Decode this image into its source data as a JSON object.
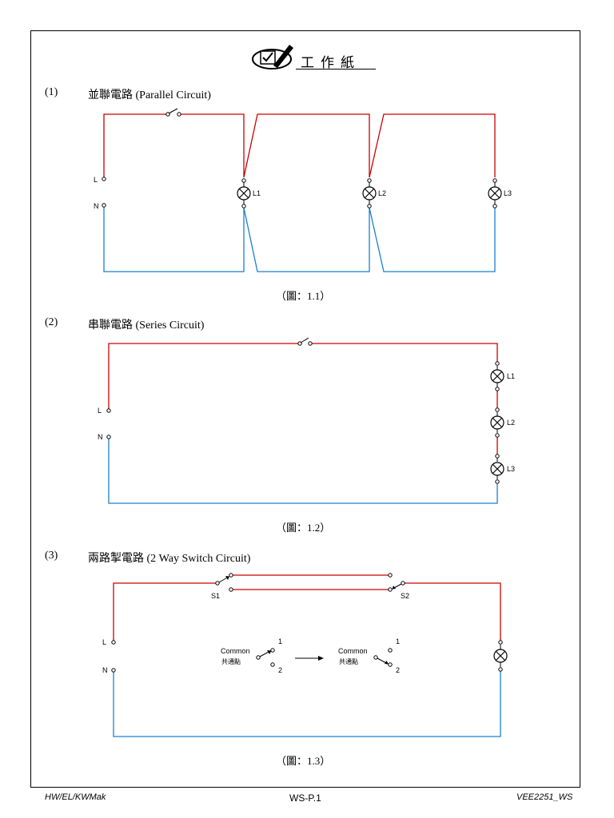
{
  "header": {
    "title": "工作紙"
  },
  "sections": [
    {
      "number": "(1)",
      "title": "並聯電路 (Parallel Circuit)",
      "caption": "（圖：1.1）",
      "labels": {
        "live": "L",
        "neutral": "N",
        "lamps": [
          "L1",
          "L2",
          "L3"
        ]
      }
    },
    {
      "number": "(2)",
      "title": "串聯電路 (Series Circuit)",
      "caption": "（圖：1.2）",
      "labels": {
        "live": "L",
        "neutral": "N",
        "lamps": [
          "L1",
          "L2",
          "L3"
        ]
      }
    },
    {
      "number": "(3)",
      "title": "兩路掣電路 (2 Way Switch Circuit)",
      "caption": "（圖：1.3）",
      "labels": {
        "live": "L",
        "neutral": "N",
        "switch1": "S1",
        "switch2": "S2",
        "common_en": "Common",
        "common_zh": "共通點",
        "pos1": "1",
        "pos2": "2"
      }
    }
  ],
  "footer": {
    "left": "HW/EL/KWMak",
    "center": "WS-P.1",
    "right": "VEE2251_WS"
  },
  "colors": {
    "live_wire": "#cc0000",
    "neutral_wire": "#1a7fd0",
    "link_wire": "#b5651d"
  }
}
